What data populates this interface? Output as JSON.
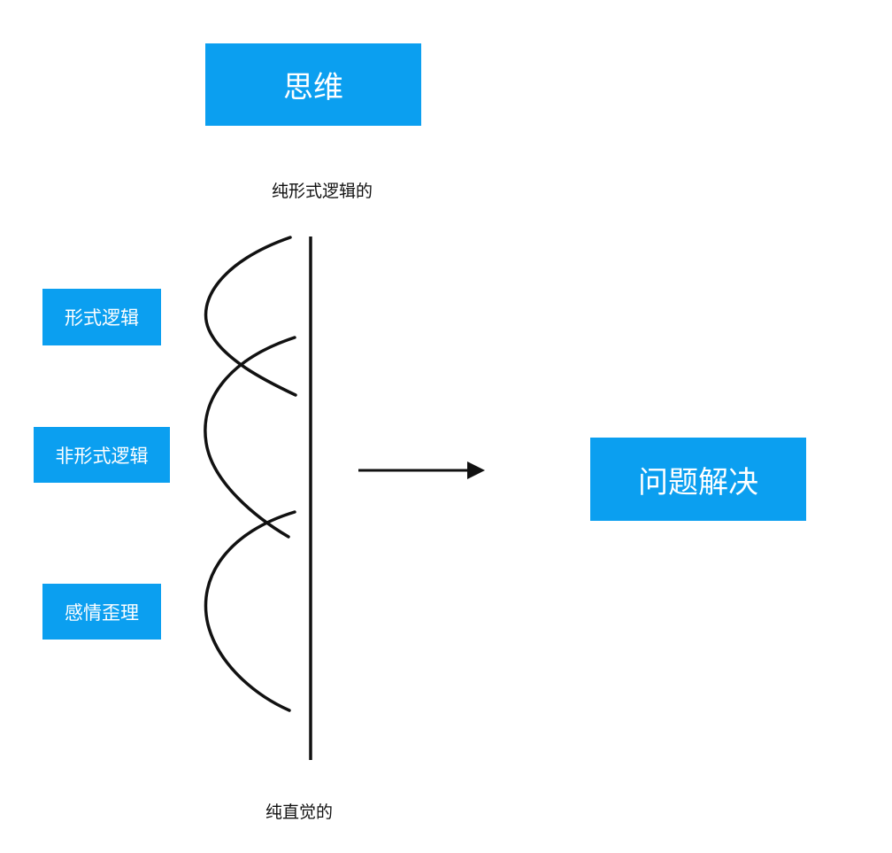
{
  "nodes": {
    "thinking": "思维",
    "formal_logic": "形式逻辑",
    "informal_logic": "非形式逻辑",
    "emotional_reasoning": "感情歪理",
    "problem_solving": "问题解决"
  },
  "spectrum": {
    "top_label": "纯形式逻辑的",
    "bottom_label": "纯直觉的"
  },
  "colors": {
    "box_fill": "#0b9ff0",
    "box_text": "#ffffff",
    "line": "#111111"
  }
}
